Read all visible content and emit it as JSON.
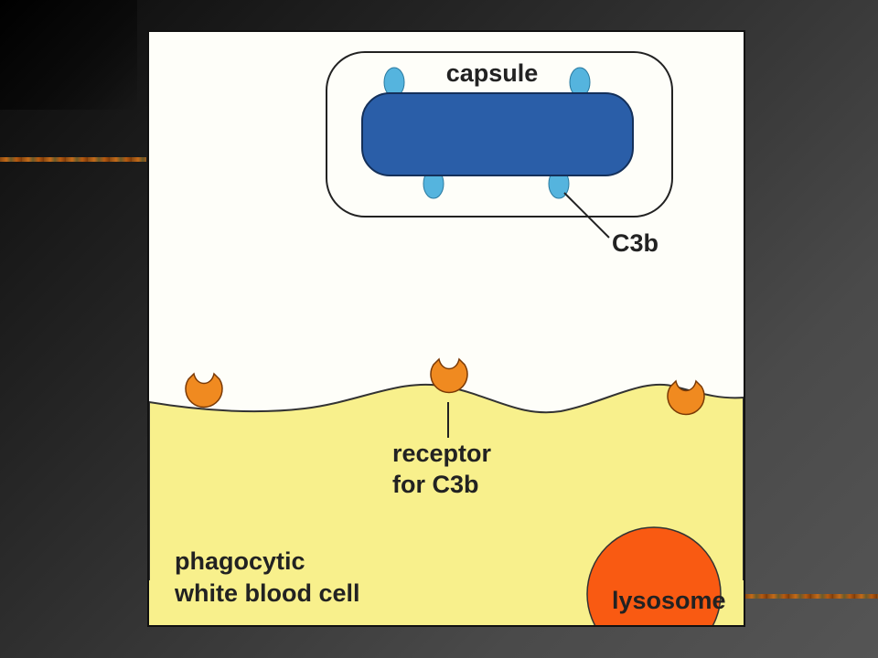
{
  "labels": {
    "capsule": "capsule",
    "c3b": "C3b",
    "receptor_line1": "receptor",
    "receptor_line2": "for C3b",
    "cell_line1": "phagocytic",
    "cell_line2": "white blood cell",
    "lysosome": "lysosome"
  },
  "colors": {
    "slide_background": "#3a3a3a",
    "accent_line": "#c46a18",
    "figure_background": "#fefef9",
    "bacterium_body": "#2a5ea8",
    "c3b": "#55b4de",
    "receptor": "#f08a20",
    "cell_cytoplasm": "#f8f08c",
    "lysosome": "#f95a12"
  }
}
